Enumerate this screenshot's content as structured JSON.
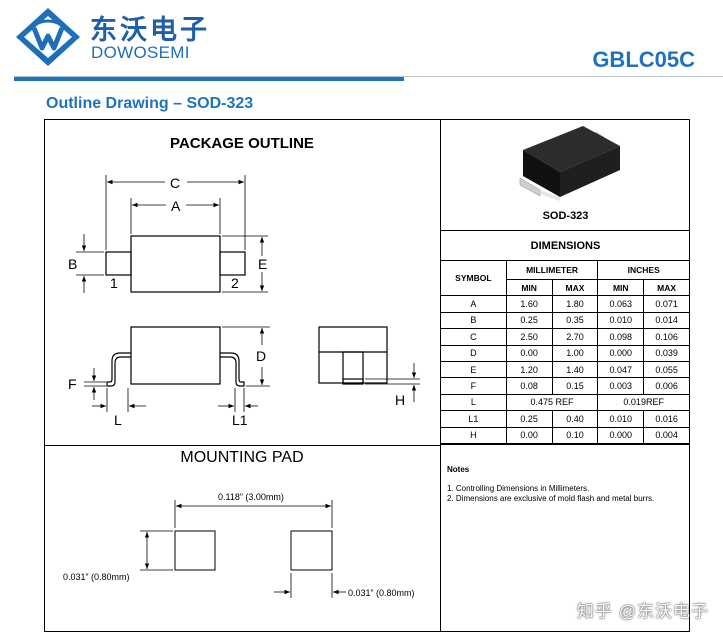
{
  "header": {
    "brand_cn": "东沃电子",
    "brand_en": "DOWOSEMI",
    "part_number": "GBLC05C"
  },
  "section_title": "Outline Drawing – SOD-323",
  "package_outline": {
    "title": "PACKAGE OUTLINE",
    "labels": {
      "C": "C",
      "A": "A",
      "B": "B",
      "E": "E",
      "pin1": "1",
      "pin2": "2",
      "D": "D",
      "F": "F",
      "L": "L",
      "L1": "L1",
      "H": "H"
    }
  },
  "package_photo": {
    "caption": "SOD-323"
  },
  "mounting_pad": {
    "title": "MOUNTING PAD",
    "dim_width": "0.118” (3.00mm)",
    "dim_pad_height": "0.031” (0.80mm)",
    "dim_pad_width": "0.031” (0.80mm)"
  },
  "dimensions": {
    "title": "DIMENSIONS",
    "symbol_header": "SYMBOL",
    "mm_header": "MILLIMETER",
    "inch_header": "INCHES",
    "min_label": "MIN",
    "max_label": "MAX",
    "rows": [
      {
        "symbol": "A",
        "mm_min": "1.60",
        "mm_max": "1.80",
        "in_min": "0.063",
        "in_max": "0.071"
      },
      {
        "symbol": "B",
        "mm_min": "0.25",
        "mm_max": "0.35",
        "in_min": "0.010",
        "in_max": "0.014"
      },
      {
        "symbol": "C",
        "mm_min": "2.50",
        "mm_max": "2.70",
        "in_min": "0.098",
        "in_max": "0.106"
      },
      {
        "symbol": "D",
        "mm_min": "0.00",
        "mm_max": "1.00",
        "in_min": "0.000",
        "in_max": "0.039"
      },
      {
        "symbol": "E",
        "mm_min": "1.20",
        "mm_max": "1.40",
        "in_min": "0.047",
        "in_max": "0.055"
      },
      {
        "symbol": "F",
        "mm_min": "0.08",
        "mm_max": "0.15",
        "in_min": "0.003",
        "in_max": "0.006"
      },
      {
        "symbol": "L",
        "mm_ref": "0.475 REF",
        "in_ref": "0.019REF"
      },
      {
        "symbol": "L1",
        "mm_min": "0.25",
        "mm_max": "0.40",
        "in_min": "0.010",
        "in_max": "0.016"
      },
      {
        "symbol": "H",
        "mm_min": "0.00",
        "mm_max": "0.10",
        "in_min": "0.000",
        "in_max": "0.004"
      }
    ]
  },
  "notes": {
    "title": "Notes",
    "items": [
      "1. Controlling Dimensions in Millimeters.",
      "2. Dimensions are exclusive of mold flash and metal burrs."
    ]
  },
  "watermark": "知乎 @东沃电子",
  "colors": {
    "brand_blue": "#1e73be",
    "logo_blue": "#1e5fa8"
  },
  "icons": {
    "logo": "dowosemi-logo-icon"
  }
}
